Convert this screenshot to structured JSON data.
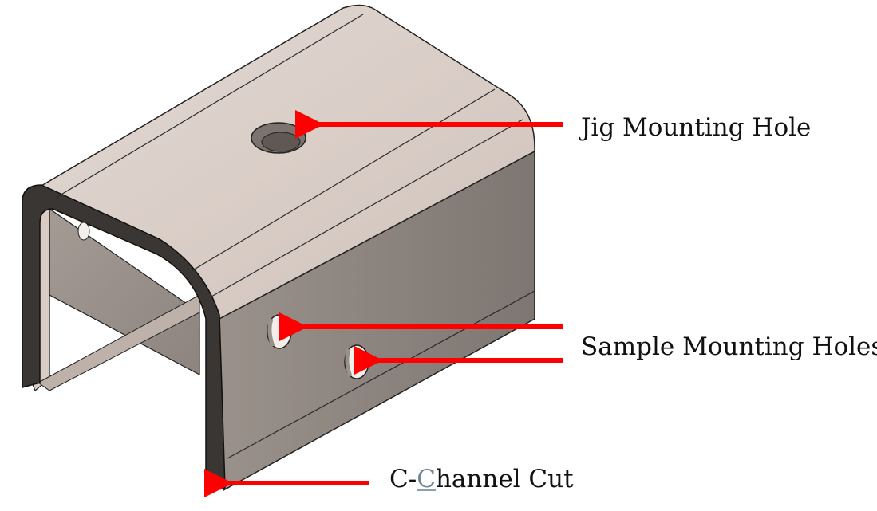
{
  "labels": {
    "jig_mounting_hole": "Jig Mounting Hole",
    "sample_mounting_holes": "Sample Mounting Holes",
    "c_channel_cut_prefix": "C-",
    "c_channel_cut_underlined": "C",
    "c_channel_cut_suffix": "hannel Cut"
  },
  "colors": {
    "arrow": "#ff0000",
    "top_face": "#dccfc8",
    "side_face": "#8a817c",
    "edge_face": "#3a3634"
  }
}
